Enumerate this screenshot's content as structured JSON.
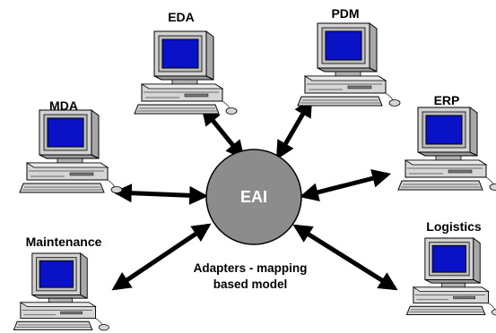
{
  "hub": {
    "label": "EAI"
  },
  "nodes": [
    {
      "id": "eda",
      "label": "EDA"
    },
    {
      "id": "pdm",
      "label": "PDM"
    },
    {
      "id": "mda",
      "label": "MDA"
    },
    {
      "id": "erp",
      "label": "ERP"
    },
    {
      "id": "maintenance",
      "label": "Maintenance"
    },
    {
      "id": "logistics",
      "label": "Logistics"
    }
  ],
  "caption": {
    "line1": "Adapters - mapping",
    "line2": "based model"
  },
  "colors": {
    "hub_fill": "#8c8c8c",
    "screen": "#0a12c8",
    "case": "#d6d6d6",
    "arrow": "#000000"
  }
}
